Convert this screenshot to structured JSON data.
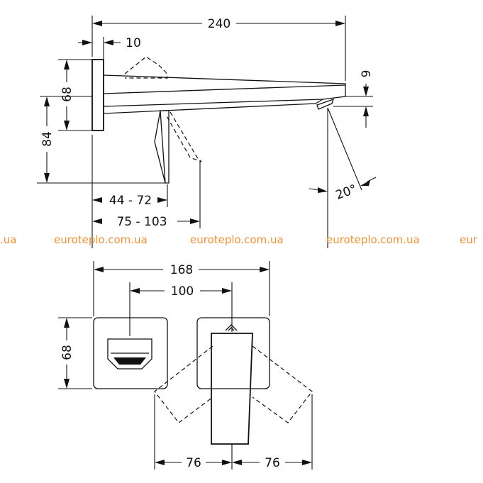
{
  "side_view": {
    "dim_total_length": "240",
    "dim_plate_depth": "10",
    "dim_spout_drop": "9",
    "dim_plate_height": "68",
    "dim_lever_height": "84",
    "dim_wall_range_1": "44 - 72",
    "dim_wall_range_2": "75 - 103",
    "dim_angle": "20°"
  },
  "front_view": {
    "dim_total_width": "168",
    "dim_center_distance": "100",
    "dim_plate_height": "68",
    "dim_swing_left": "76",
    "dim_swing_right": "76"
  },
  "watermark": {
    "text_1": "euroteplo.com.ua",
    "text_2": "euroteplo.com.ua",
    "text_3": "euroteplo.com.ua",
    "text_left_fragment": ".ua",
    "text_right_fragment": "eur"
  }
}
